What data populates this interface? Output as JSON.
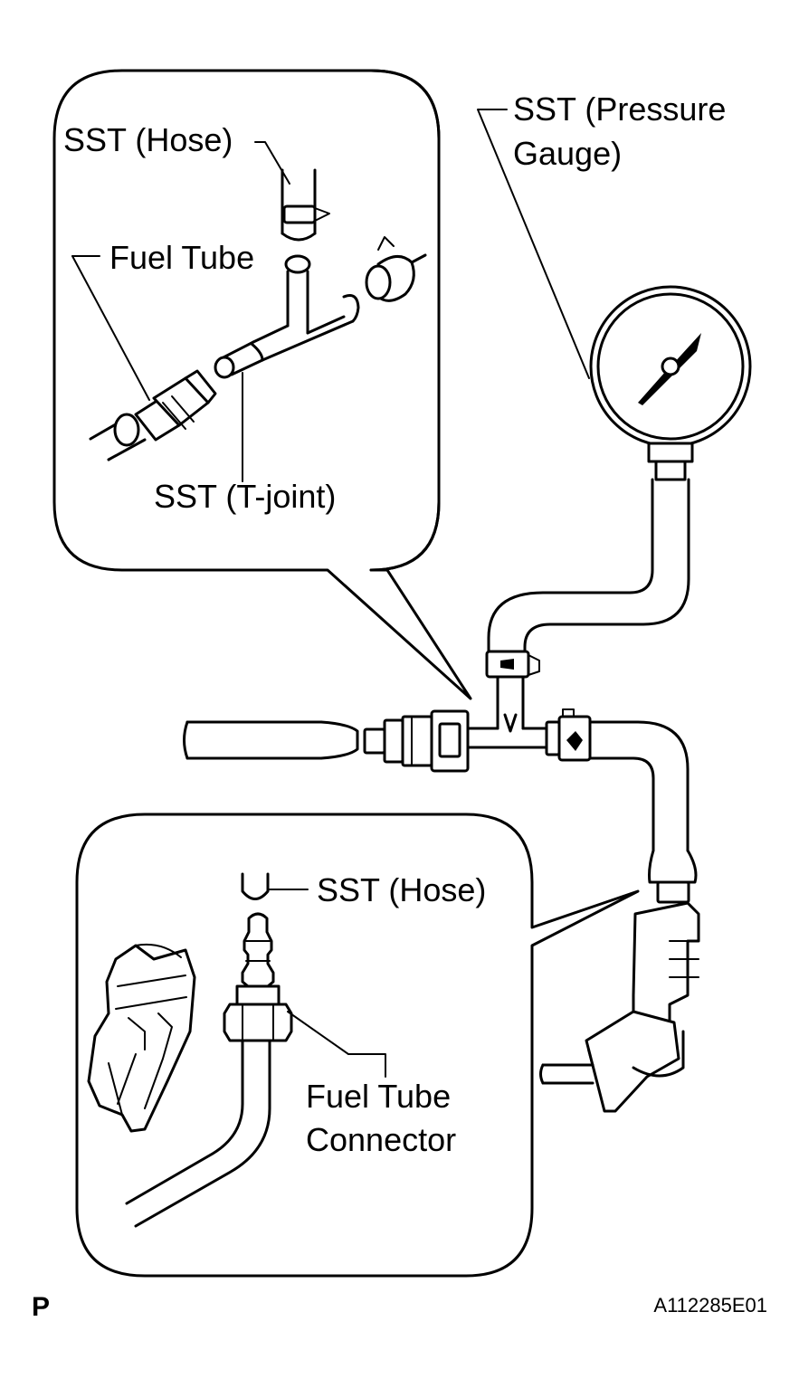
{
  "labels": {
    "sst_hose_top": "SST (Hose)",
    "fuel_tube": "Fuel Tube",
    "sst_tjoint": "SST (T-joint)",
    "sst_pressure_line1": "SST (Pressure",
    "sst_pressure_line2": "Gauge)",
    "sst_hose_bottom": "SST (Hose)",
    "fuel_tube_connector_line1": "Fuel Tube",
    "fuel_tube_connector_line2": "Connector"
  },
  "footer": {
    "left_code": "P",
    "figure_id": "A112285E01"
  }
}
